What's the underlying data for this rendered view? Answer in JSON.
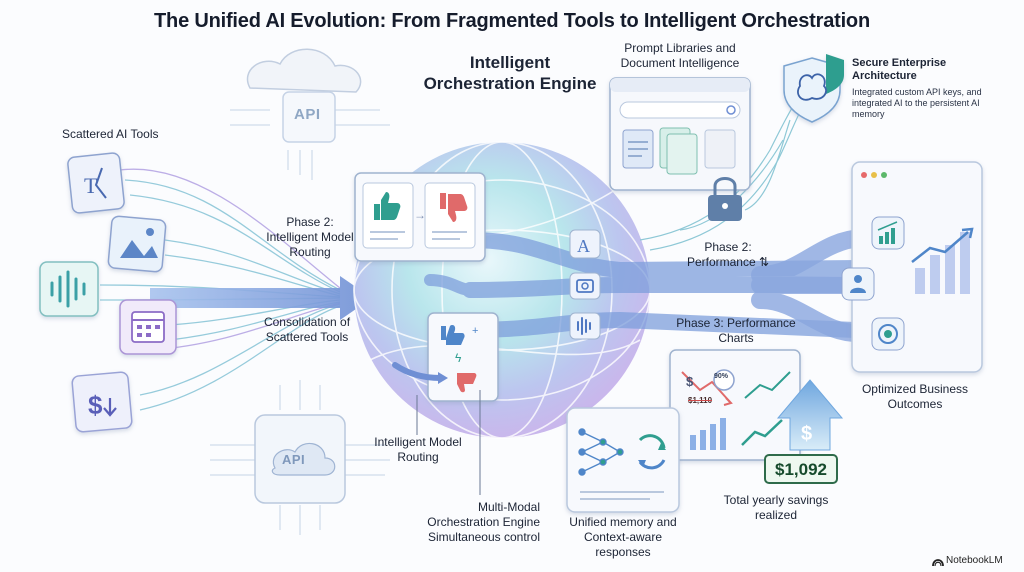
{
  "title": "The Unified AI Evolution: From Fragmented Tools to Intelligent Orchestration",
  "engine_title": "Intelligent Orchestration Engine",
  "labels": {
    "scattered_tools": "Scattered AI Tools",
    "phase2_routing": "Phase 2: Intelligent Model Routing",
    "consolidation": "Consolidation of Scattered Tools",
    "prompt_libraries": "Prompt Libraries and Document Intelligence",
    "secure_title": "Secure Enterprise Architecture",
    "secure_desc": "Integrated custom API keys, and integrated AI to the persistent AI memory",
    "phase2_performance": "Phase 2: Performance ⇅",
    "phase3": "Phase 3: Performance Charts",
    "optimized": "Optimized Business Outcomes",
    "model_routing": "Intelligent Model Routing",
    "multimodal": "Multi-Modal Orchestration Engine",
    "simultaneous": "Simultaneous control",
    "unified_memory": "Unified memory and Context-aware responses",
    "total_savings": "Total yearly savings realized"
  },
  "api_top": "API",
  "api_bottom": "API",
  "savings_value": "$1,092",
  "chart_percent": "90%",
  "chart_old_price": "$1,110",
  "brand": "NotebookLM",
  "colors": {
    "accent_blue": "#5b8fd6",
    "stream_blue": "#7e9fdc",
    "sphere_teal": "#9fdbe0",
    "sphere_purple": "#c4b5ec",
    "card_border": "#9fb3cf",
    "thumb_up": "#2f9e8f",
    "thumb_down": "#e06a6a",
    "savings_green": "#2e6b4a"
  },
  "icons": [
    "document-split-icon",
    "image-split-icon",
    "audio-wave-icon",
    "calendar-icon",
    "dollar-down-icon",
    "cloud-icon",
    "chip-icon",
    "lock-icon",
    "brain-shield-icon",
    "thumbs-up-icon",
    "thumbs-down-icon",
    "text-a-icon",
    "camera-icon",
    "waveform-icon",
    "bar-chart-up-icon",
    "people-icon",
    "target-icon",
    "dollar-up-icon",
    "network-icon",
    "cycle-icon"
  ]
}
